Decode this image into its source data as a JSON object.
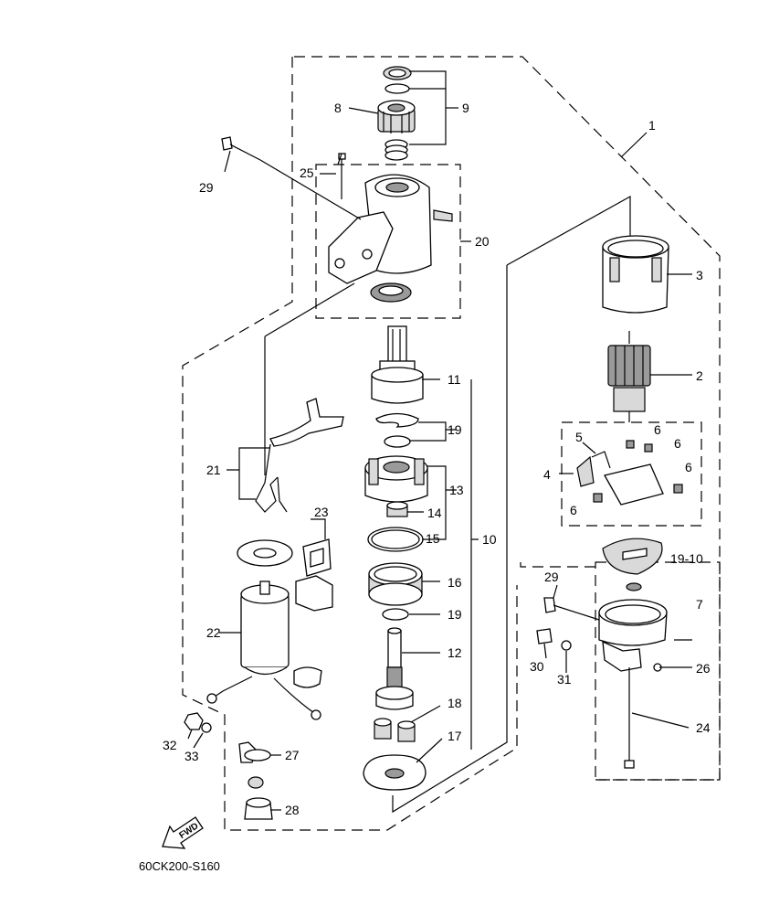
{
  "diagram_code": "60CK200-S160",
  "direction_label": "FWD",
  "callouts": {
    "c1": "1",
    "c2": "2",
    "c3": "3",
    "c4": "4",
    "c5": "5",
    "c6a": "6",
    "c6b": "6",
    "c6c": "6",
    "c6d": "6",
    "c7": "7",
    "c8": "8",
    "c9": "9",
    "c10a": "10",
    "c10b": "19-10",
    "c11": "11",
    "c12": "12",
    "c13": "13",
    "c14": "14",
    "c15": "15",
    "c16": "16",
    "c17": "17",
    "c18": "18",
    "c19a": "19",
    "c19b": "19",
    "c20": "20",
    "c21": "21",
    "c22": "22",
    "c23": "23",
    "c24": "24",
    "c25": "25",
    "c26": "26",
    "c27": "27",
    "c28": "28",
    "c29a": "29",
    "c29b": "29",
    "c30": "30",
    "c31": "31",
    "c32": "32",
    "c33": "33"
  }
}
